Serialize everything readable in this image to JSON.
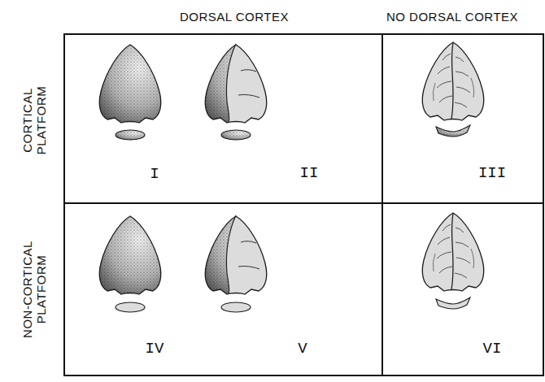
{
  "diagram": {
    "labels": [
      "DORSAL CORTEX",
      "NO DORSAL CORTEX",
      "CORTICAL PLATFORM",
      "NON-CORTICAL PLATFORM",
      "I",
      "II",
      "III",
      "IV",
      "V",
      "VI"
    ]
  }
}
